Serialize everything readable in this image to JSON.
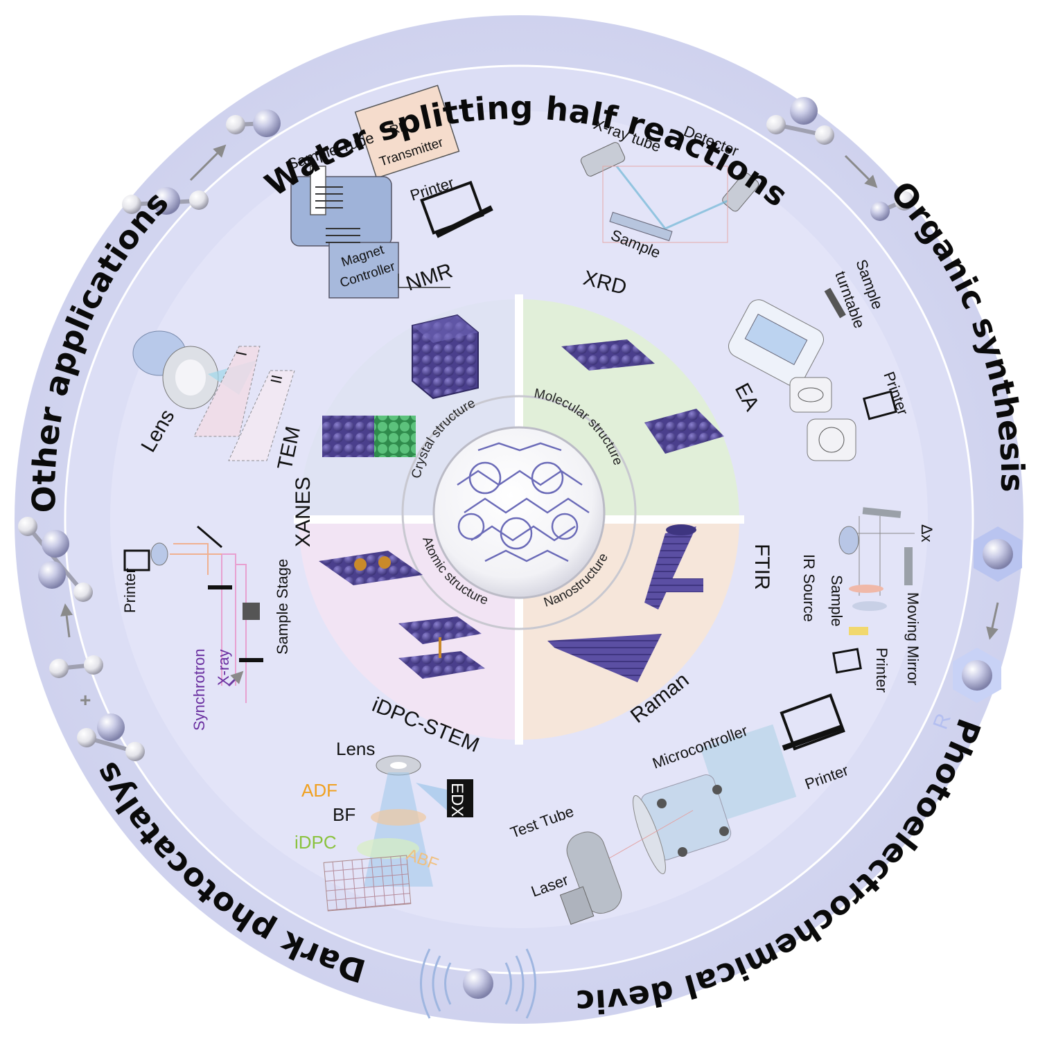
{
  "applications": {
    "top": "Water splitting half reactions",
    "right": "Organic synthesis",
    "bottom_right": "Photoelectrochemical devices",
    "bottom_left": "Dark photocatalysis",
    "left": "Other applications"
  },
  "techniques": {
    "nmr": "NMR",
    "xrd": "XRD",
    "ea": "EA",
    "ftir": "FTIR",
    "raman": "Raman",
    "idpc_stem": "iDPC-STEM",
    "xanes": "XANES",
    "tem": "TEM"
  },
  "structures": {
    "crystal": "Crystal structure",
    "molecular": "Molecular structure",
    "atomic": "Atomic structure",
    "nano": "Nanostructure"
  },
  "nmr_labels": {
    "sample_tube": "Sample Tube",
    "rf1": "RF",
    "rf2": "Transmitter",
    "printer": "Printer",
    "magnet": "Magnet",
    "controller": "Controller"
  },
  "xrd_labels": {
    "xray_tube": "X-ray tube",
    "detector": "Detector",
    "sample": "Sample"
  },
  "ea_labels": {
    "sample1": "Sample",
    "turntable": "turntable",
    "printer": "Printer"
  },
  "ftir_labels": {
    "dx": "Δx",
    "ir_source": "IR Source",
    "sample": "Sample",
    "moving_mirror": "Moving Mirror",
    "printer": "Printer"
  },
  "raman_labels": {
    "microcontroller": "Microcontroller",
    "printer": "Printer",
    "test_tube": "Test Tube",
    "laser": "Laser"
  },
  "stem_labels": {
    "lens": "Lens",
    "adf": "ADF",
    "bf": "BF",
    "idpc": "iDPC",
    "abf": "ABF",
    "edx": "EDX"
  },
  "xanes_labels": {
    "printer": "Printer",
    "sample_stage": "Sample Stage",
    "synchrotron": "Synchrotron",
    "xray": "X-ray"
  },
  "tem_labels": {
    "lens": "Lens",
    "one": "I",
    "two": "II"
  },
  "misc": {
    "plus": "+",
    "r_group": "R"
  },
  "colors": {
    "outer_ring": "#d6d8f2",
    "middle_ring": "#dfe1f6",
    "inner_disc": "#e8e9f9",
    "atom_purple": "#5a4f9e",
    "q_tl": "#dde3f2",
    "q_tr": "#dff0d8",
    "q_br": "#f7e6da",
    "q_bl": "#f1e3f3"
  }
}
